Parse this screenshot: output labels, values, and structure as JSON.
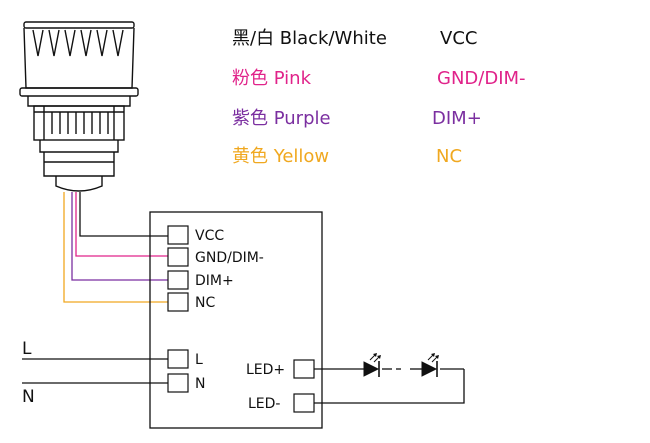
{
  "legend": [
    {
      "label": "黑/白 Black/White",
      "signal": "VCC",
      "color": "#111111"
    },
    {
      "label": "粉色 Pink",
      "signal": "GND/DIM-",
      "color": "#e0238a"
    },
    {
      "label": "紫色 Purple",
      "signal": "DIM+",
      "color": "#7b2fa0"
    },
    {
      "label": "黄色 Yellow",
      "signal": "NC",
      "color": "#f0a820"
    }
  ],
  "driver_terminals": {
    "vcc": "VCC",
    "gnd_dim": "GND/DIM-",
    "dim_plus": "DIM+",
    "nc": "NC",
    "l": "L",
    "n": "N",
    "led_plus": "LED+",
    "led_minus": "LED-"
  },
  "mains": {
    "line": "L",
    "neutral": "N"
  },
  "wire_colors": {
    "black": "#111111",
    "pink": "#e0238a",
    "purple": "#7b2fa0",
    "yellow": "#f0a820"
  }
}
